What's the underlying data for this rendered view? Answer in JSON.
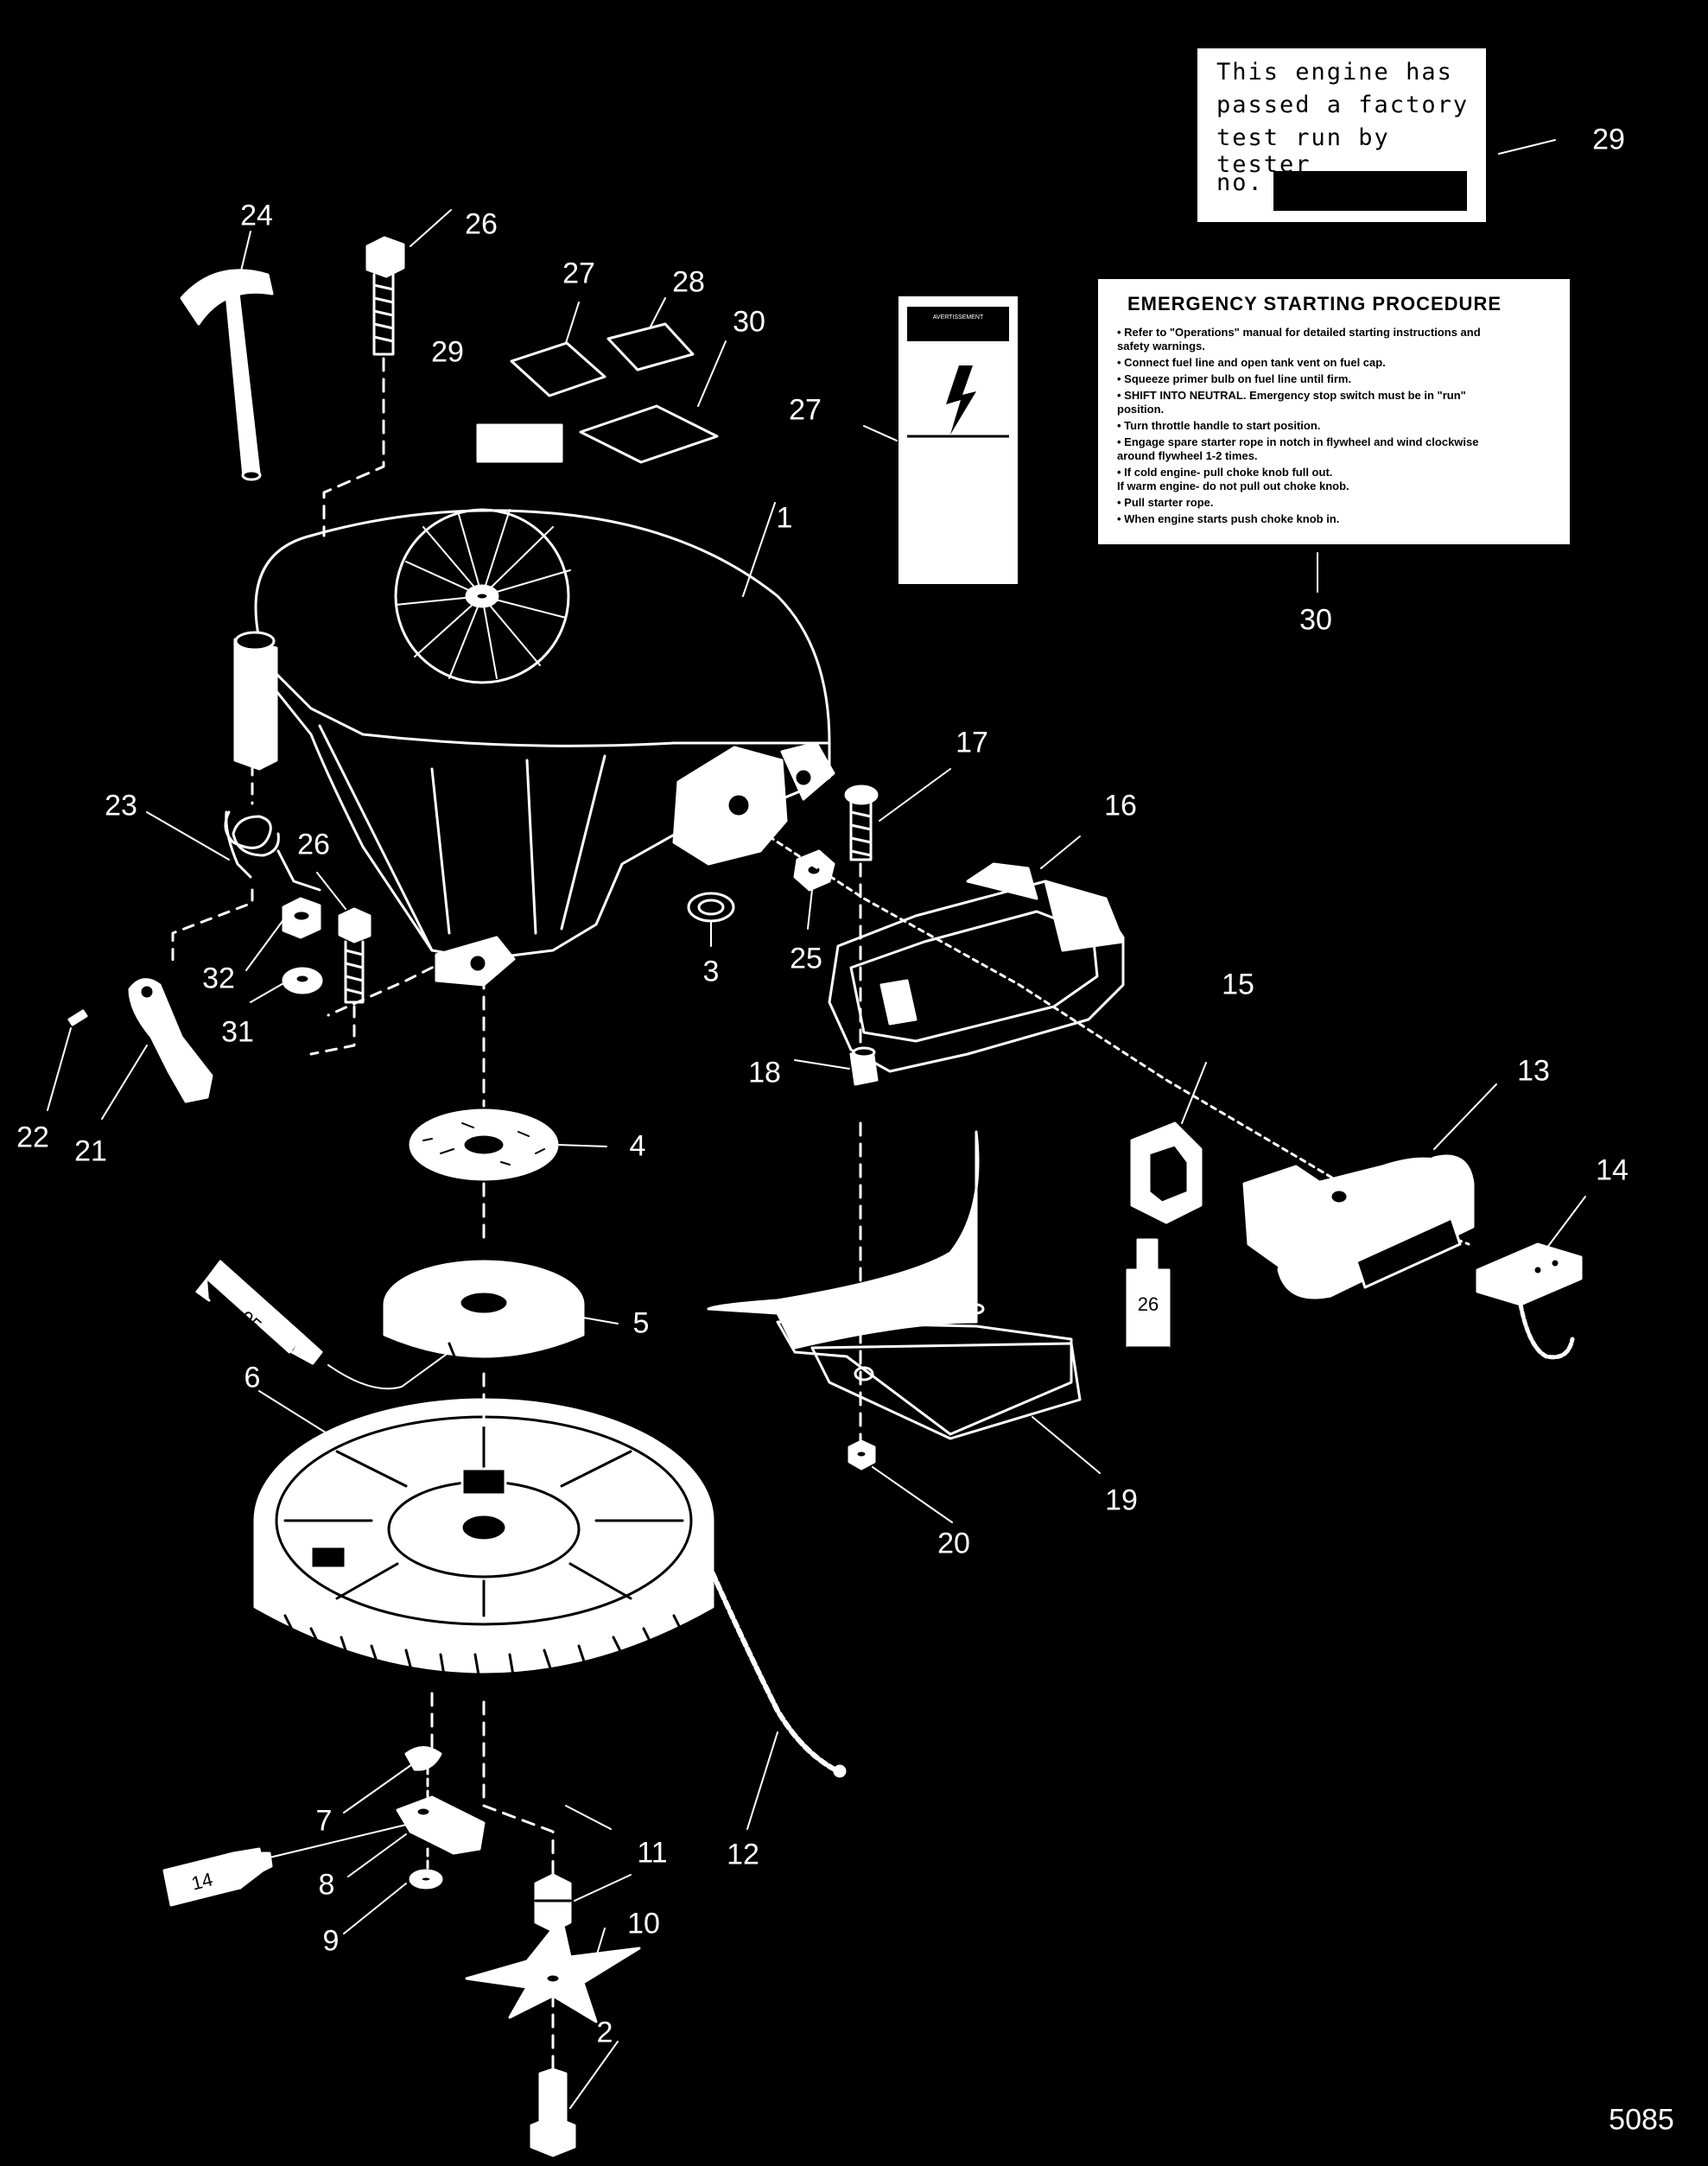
{
  "figure_number": "5085",
  "callouts": {
    "c1": "1",
    "c2": "2",
    "c3": "3",
    "c4": "4",
    "c5": "5",
    "c6": "6",
    "c7": "7",
    "c8": "8",
    "c9": "9",
    "c10": "10",
    "c11": "11",
    "c12": "12",
    "c13": "13",
    "c14": "14",
    "c15": "15",
    "c16": "16",
    "c17": "17",
    "c18": "18",
    "c19": "19",
    "c20": "20",
    "c21": "21",
    "c22": "22",
    "c23": "23",
    "c24": "24",
    "c26a": "26",
    "c26b": "26",
    "c27a": "27",
    "c27b": "27",
    "c28": "28",
    "c29a": "29",
    "c29b": "29",
    "c30a": "30",
    "c30b": "30",
    "c25": "25",
    "c31": "31",
    "c32": "32"
  },
  "tube_labels": {
    "t95": "95",
    "t14": "14",
    "t26": "26"
  },
  "decal_29": {
    "line1": "This engine has",
    "line2": "passed a factory",
    "line3": "test run by tester",
    "line4": "no."
  },
  "decal_30": {
    "heading": "EMERGENCY STARTING PROCEDURE",
    "items": [
      "• Refer to \"Operations\" manual for detailed starting instructions and",
      "   safety warnings.",
      "• Connect fuel line and open tank vent on fuel cap.",
      "• Squeeze primer bulb on fuel line until firm.",
      "• SHIFT INTO NEUTRAL. Emergency stop switch must be in \"run\"",
      "   position.",
      "• Turn throttle handle to start position.",
      "• Engage spare starter rope in notch in flywheel and wind clockwise",
      "   around flywheel 1-2 times.",
      "• If cold engine- pull choke knob full out.",
      "   If warm engine- do not pull out choke knob.",
      "• Pull starter rope.",
      "• When engine starts push choke knob in."
    ]
  },
  "decal_27": {
    "header": "AVERTISSEMENT"
  }
}
